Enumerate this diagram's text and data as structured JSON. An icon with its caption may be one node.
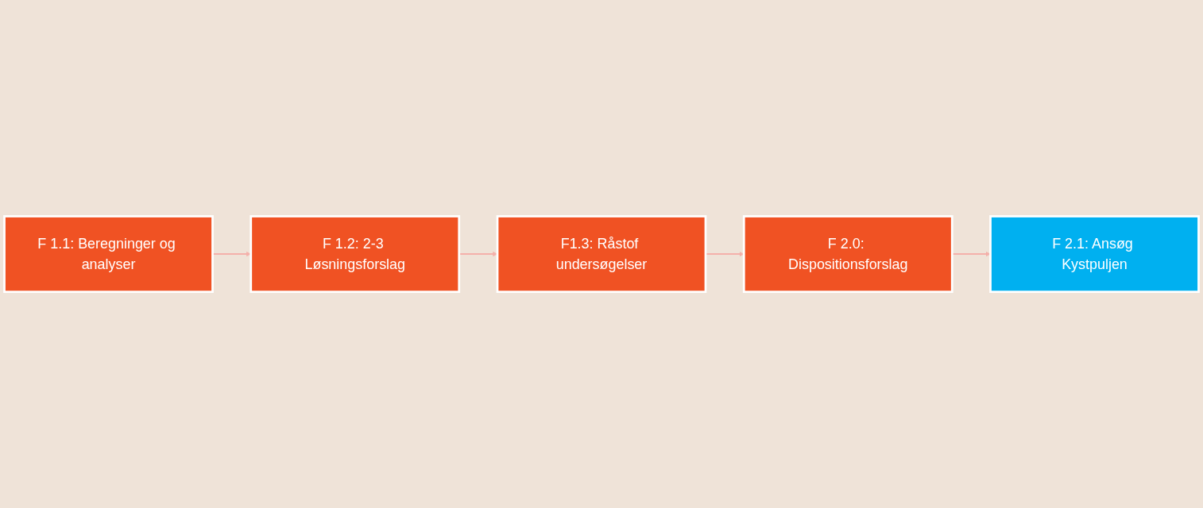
{
  "diagram": {
    "nodes": [
      {
        "text": [
          "F 1.1: Beregninger og analyser"
        ]
      },
      {
        "text": [
          "F 1.2: 2-3 Løsningsforslag"
        ]
      },
      {
        "text": [
          "F1.3: Råstof undersøgelser"
        ]
      },
      {
        "text": [
          "F 2.0: Dispositionsforslag"
        ]
      },
      {
        "text": [
          "F 2.1: Ansøg Kystpuljen"
        ]
      }
    ],
    "edges": [
      {
        "from": 0,
        "to": 1,
        "arrow": "to"
      },
      {
        "from": 1,
        "to": 2,
        "arrow": "to"
      },
      {
        "from": 2,
        "to": 3,
        "arrow": "to"
      },
      {
        "from": 3,
        "to": 4,
        "arrow": "to"
      }
    ]
  }
}
